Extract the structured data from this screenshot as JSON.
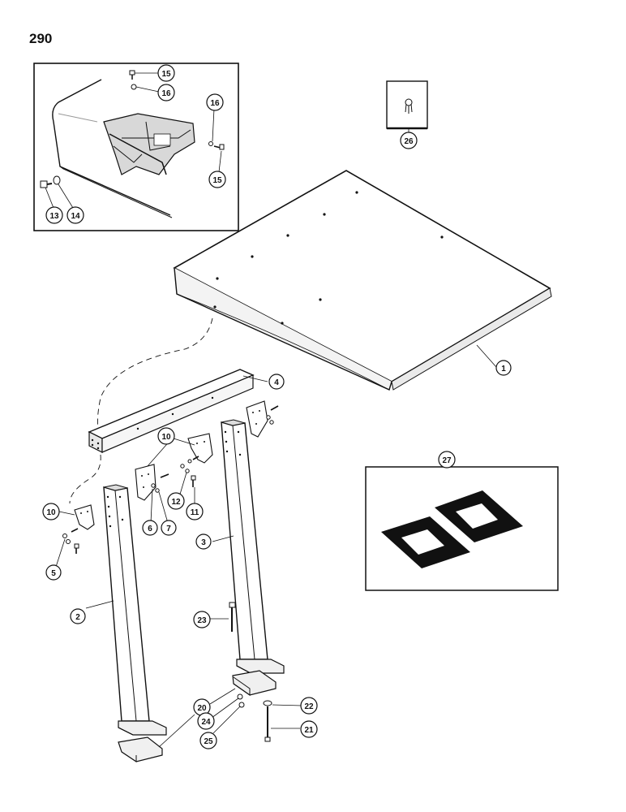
{
  "page_number": "290",
  "callouts": [
    {
      "id": "c1",
      "label": "1"
    },
    {
      "id": "c2",
      "label": "2"
    },
    {
      "id": "c3",
      "label": "3"
    },
    {
      "id": "c4",
      "label": "4"
    },
    {
      "id": "c5",
      "label": "5"
    },
    {
      "id": "c6",
      "label": "6"
    },
    {
      "id": "c7",
      "label": "7"
    },
    {
      "id": "c10a",
      "label": "10"
    },
    {
      "id": "c10b",
      "label": "10"
    },
    {
      "id": "c11",
      "label": "11"
    },
    {
      "id": "c12",
      "label": "12"
    },
    {
      "id": "c13",
      "label": "13"
    },
    {
      "id": "c14",
      "label": "14"
    },
    {
      "id": "c15a",
      "label": "15"
    },
    {
      "id": "c15b",
      "label": "15"
    },
    {
      "id": "c16a",
      "label": "16"
    },
    {
      "id": "c16b",
      "label": "16"
    },
    {
      "id": "c20",
      "label": "20"
    },
    {
      "id": "c21",
      "label": "21"
    },
    {
      "id": "c22",
      "label": "22"
    },
    {
      "id": "c23",
      "label": "23"
    },
    {
      "id": "c24",
      "label": "24"
    },
    {
      "id": "c25",
      "label": "25"
    },
    {
      "id": "c26",
      "label": "26"
    },
    {
      "id": "c27",
      "label": "27"
    }
  ]
}
